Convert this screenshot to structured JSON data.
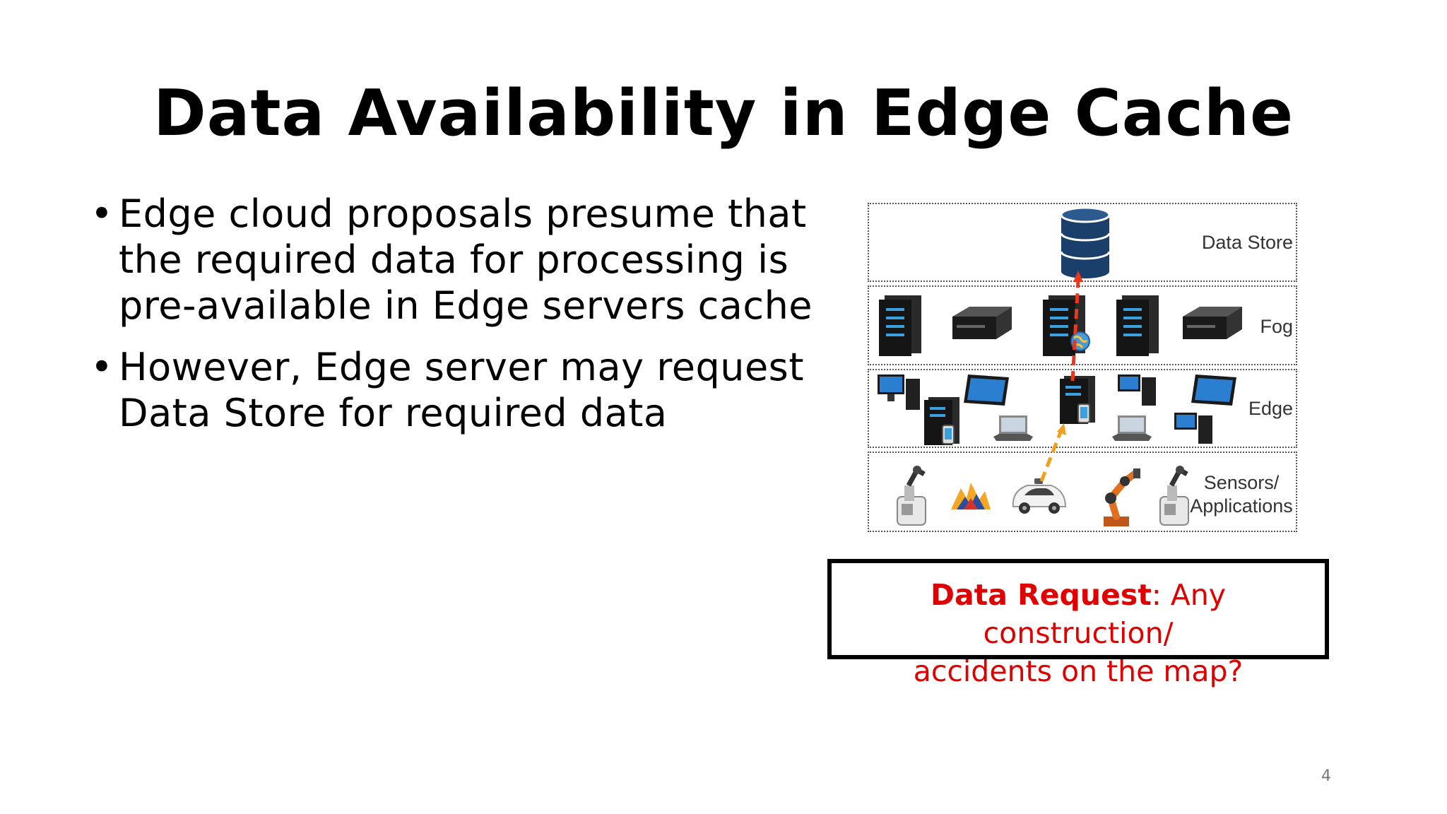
{
  "slide": {
    "title": "Data Availability in Edge Cache",
    "bullets": [
      {
        "text": "Edge cloud proposals presume that the required data for processing is pre-available in Edge servers cache"
      },
      {
        "text": "However, Edge server may request Data Store for required data"
      }
    ],
    "page_number": "4"
  },
  "diagram": {
    "layers": {
      "data_store": "Data Store",
      "fog": "Fog",
      "edge": "Edge",
      "sensors_line1": "Sensors/",
      "sensors_line2": "Applications"
    },
    "arrow_colors": {
      "upper": "#e8391f",
      "lower": "#f0a020"
    }
  },
  "callout": {
    "label": "Data Request",
    "line1_rest": ": Any construction/",
    "line2": "accidents on the map?",
    "color": "#e00000"
  }
}
